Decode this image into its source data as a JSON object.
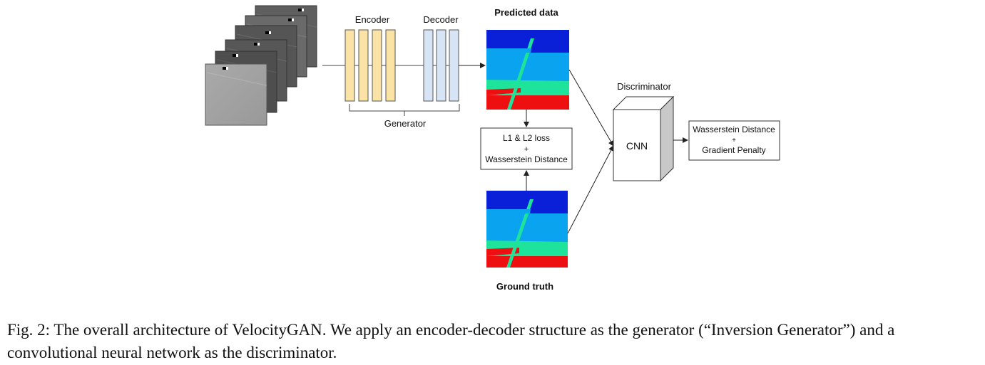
{
  "diagram": {
    "encoder_label": "Encoder",
    "decoder_label": "Decoder",
    "generator_label": "Generator",
    "predicted_label": "Predicted data",
    "ground_truth_label": "Ground truth",
    "loss_box": {
      "line1": "L1 & L2 loss",
      "line2": "+",
      "line3": "Wasserstein Distance"
    },
    "discriminator_label": "Discriminator",
    "cnn_label": "CNN",
    "output_box": {
      "line1": "Wasserstein Distance",
      "line2": "+",
      "line3": "Gradient Penalty"
    }
  },
  "caption": {
    "text": "Fig. 2: The overall architecture of VelocityGAN. We apply an encoder-decoder structure as the generator (“Inversion Generator”) and a convolutional neural network as the discriminator."
  },
  "colors": {
    "encoder_fill": "#fbe3a6",
    "decoder_fill": "#d6e4f5",
    "velocity_top": "#0a1fd8",
    "velocity_upper": "#0aa3f0",
    "velocity_mid": "#1ee39a",
    "velocity_bottom": "#ee1010",
    "cnn_side": "#c8c8c8"
  }
}
